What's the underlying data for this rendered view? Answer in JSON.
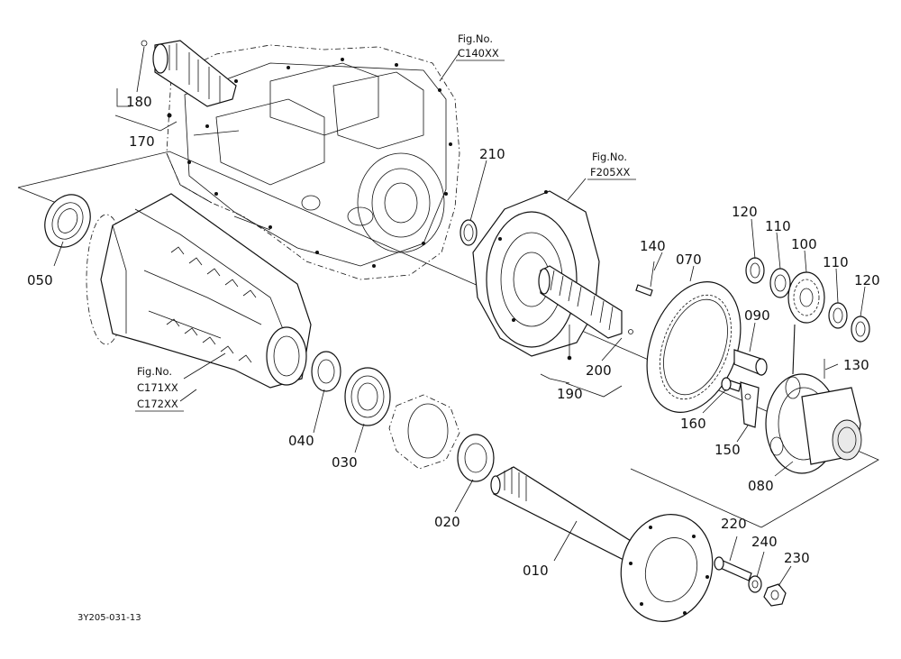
{
  "part_labels": {
    "p010": "010",
    "p020": "020",
    "p030": "030",
    "p040": "040",
    "p050": "050",
    "p070": "070",
    "p080": "080",
    "p090": "090",
    "p100": "100",
    "p110a": "110",
    "p110b": "110",
    "p120a": "120",
    "p120b": "120",
    "p130": "130",
    "p140": "140",
    "p150": "150",
    "p160": "160",
    "p170": "170",
    "p180": "180",
    "p190": "190",
    "p200": "200",
    "p210": "210",
    "p220": "220",
    "p230": "230",
    "p240": "240"
  },
  "figure_refs": {
    "c140": {
      "title": "Fig.No.",
      "codes": [
        "C140XX"
      ]
    },
    "f205": {
      "title": "Fig.No.",
      "codes": [
        "F205XX"
      ]
    },
    "c171": {
      "title": "Fig.No.",
      "codes": [
        "C171XX",
        "C172XX"
      ]
    }
  },
  "drawing_code": "3Y205-031-13"
}
